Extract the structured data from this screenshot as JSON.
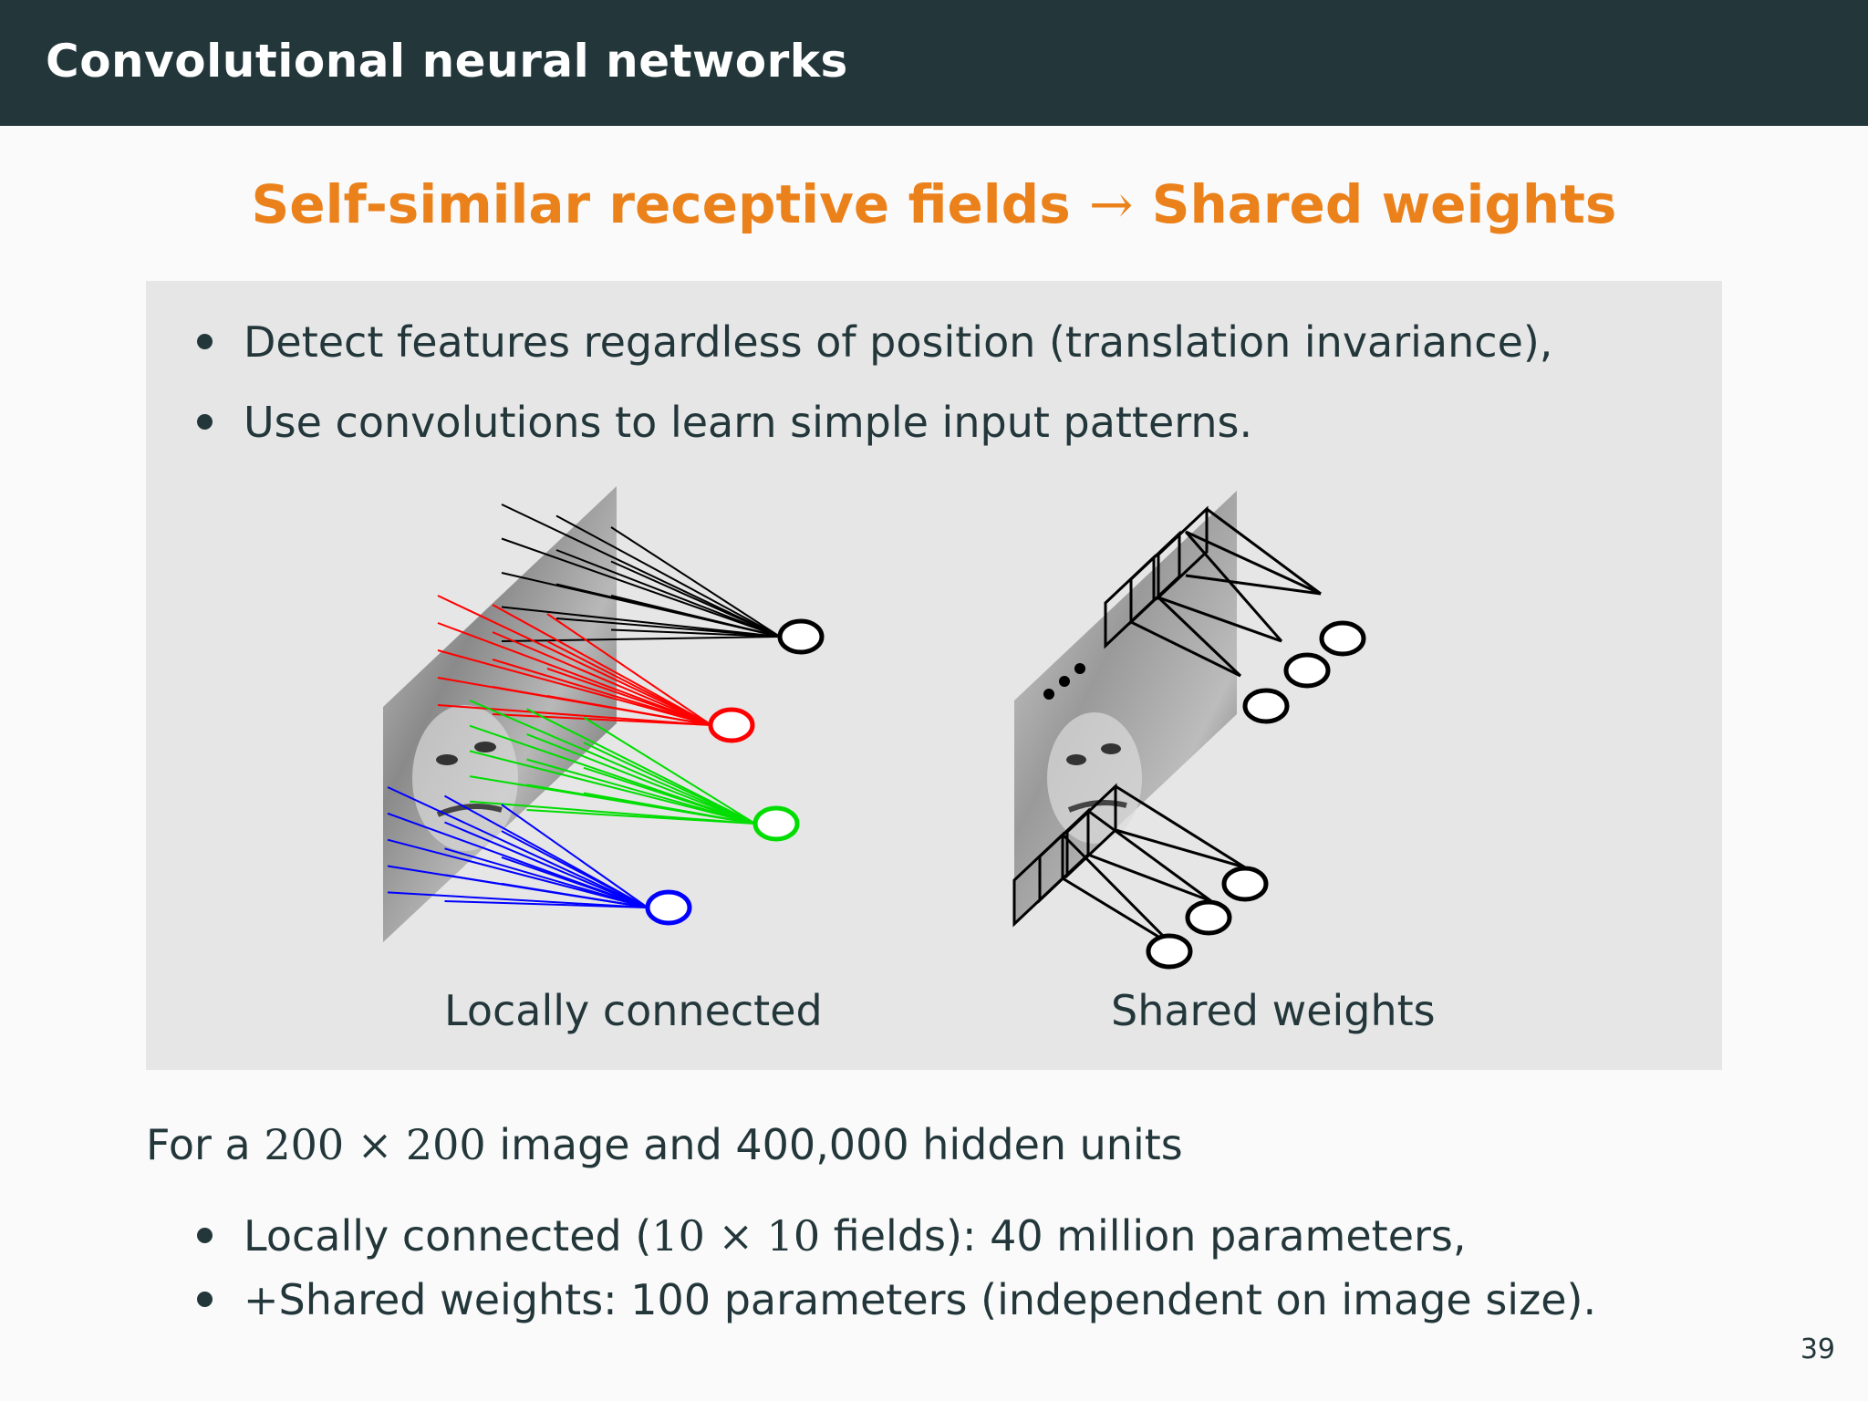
{
  "header": {
    "title": "Convolutional neural networks"
  },
  "subtitle": {
    "left": "Self-similar receptive fields",
    "arrow": "→",
    "right": "Shared weights"
  },
  "block": {
    "bullets": [
      {
        "text": "Detect features regardless of position (translation invariance),"
      },
      {
        "text": "Use convolutions to learn simple input patterns."
      }
    ],
    "figures": [
      {
        "caption": "Locally connected",
        "connection_colors": [
          "#000000",
          "#ff0000",
          "#00dd00",
          "#0000ff"
        ]
      },
      {
        "caption": "Shared weights"
      }
    ]
  },
  "intro": {
    "prefix": "For a ",
    "math": "200 × 200",
    "suffix": " image and 400,000 hidden units"
  },
  "bullets2": [
    {
      "prefix": "Locally connected (",
      "math": "10 × 10",
      "suffix": " fields): 40 million parameters,"
    },
    {
      "math": "+",
      "suffix": "Shared weights: 100 parameters (independent on image size)."
    }
  ],
  "page_number": "39",
  "colors": {
    "accent": "#eb811b",
    "header_bg": "#23373b",
    "block_bg": "#e6e6e6"
  }
}
